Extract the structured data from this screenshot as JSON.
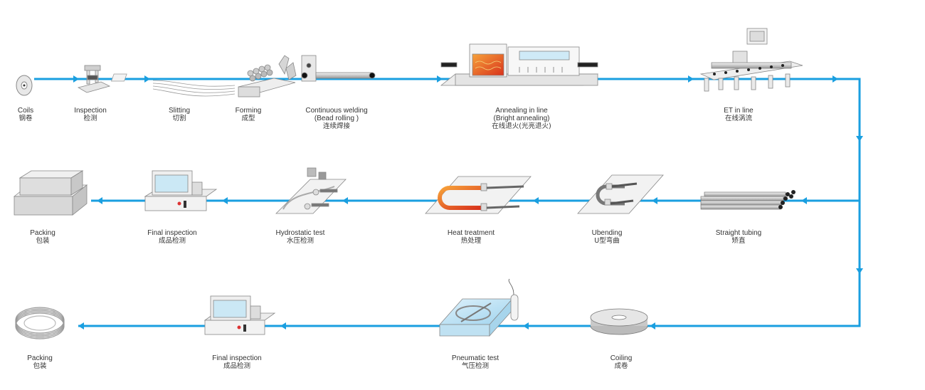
{
  "flow": {
    "line_color": "#1a9fe0",
    "rows": [
      [
        {
          "id": "coils",
          "en": [
            "Coils"
          ],
          "zh": "钢卷"
        },
        {
          "id": "inspection",
          "en": [
            "Inspection"
          ],
          "zh": "检测"
        },
        {
          "id": "slitting",
          "en": [
            "Slitting"
          ],
          "zh": "切割"
        },
        {
          "id": "forming",
          "en": [
            "Forming"
          ],
          "zh": "成型"
        },
        {
          "id": "welding",
          "en": [
            "Continuous welding",
            "(Bead rolling )"
          ],
          "zh": "连续焊接"
        },
        {
          "id": "annealing",
          "en": [
            "Annealing in line",
            "(Bright annealing)"
          ],
          "zh": "在线退火(光亮退火)"
        },
        {
          "id": "et",
          "en": [
            "ET in line"
          ],
          "zh": "在线涡流"
        }
      ],
      [
        {
          "id": "packing1",
          "en": [
            "Packing"
          ],
          "zh": "包装"
        },
        {
          "id": "final1",
          "en": [
            "Final inspection"
          ],
          "zh": "成品检测"
        },
        {
          "id": "hydro",
          "en": [
            "Hydrostatic test"
          ],
          "zh": "水压检测"
        },
        {
          "id": "heat",
          "en": [
            "Heat treatment"
          ],
          "zh": "热处理"
        },
        {
          "id": "ubend",
          "en": [
            "Ubending"
          ],
          "zh": "U型弯曲"
        },
        {
          "id": "straight",
          "en": [
            "Straight tubing"
          ],
          "zh": "矫直"
        }
      ],
      [
        {
          "id": "packing2",
          "en": [
            "Packing"
          ],
          "zh": "包装"
        },
        {
          "id": "final2",
          "en": [
            "Final inspection"
          ],
          "zh": "成品检测"
        },
        {
          "id": "pneu",
          "en": [
            "Pneumatic test"
          ],
          "zh": "气压检测"
        },
        {
          "id": "coiling",
          "en": [
            "Coiling"
          ],
          "zh": "成卷"
        }
      ]
    ]
  }
}
